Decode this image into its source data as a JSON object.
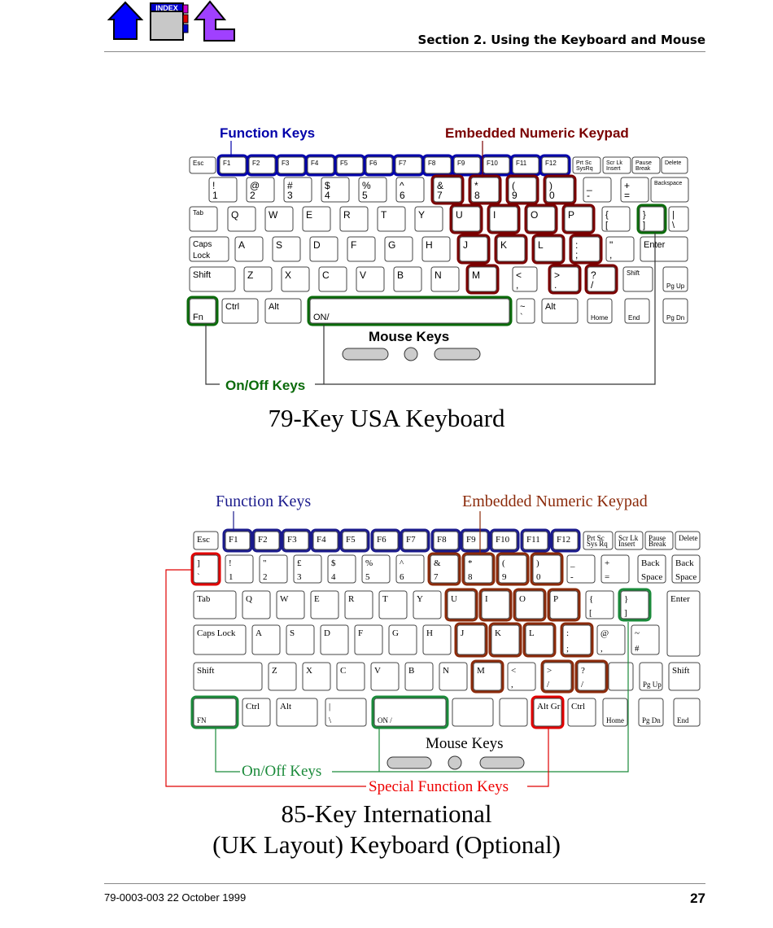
{
  "nav": {
    "home_label": "Home",
    "index_label": "INDEX",
    "back_label": "Back"
  },
  "header": {
    "section_title": "Section 2.  Using the Keyboard and Mouse"
  },
  "figure1": {
    "function_keys_label": "Function Keys",
    "numeric_keypad_label": "Embedded Numeric Keypad",
    "mouse_keys_label": "Mouse Keys",
    "onoff_keys_label": "On/Off Keys",
    "caption": "79-Key USA Keyboard"
  },
  "figure2": {
    "function_keys_label": "Function Keys",
    "numeric_keypad_label": "Embedded Numeric Keypad",
    "mouse_keys_label": "Mouse Keys",
    "onoff_keys_label": "On/Off Keys",
    "special_keys_label": "Special Function Keys",
    "caption_line1": "85-Key International",
    "caption_line2": "(UK Layout) Keyboard (Optional)"
  },
  "footer": {
    "doc_id": "79-0003-003   22 October 1999",
    "page_number": "27"
  },
  "colors": {
    "function_blue": "#0000aa",
    "keypad_red": "#7a0000",
    "onoff_green": "#0b6b0b",
    "special_red": "#e00000"
  }
}
